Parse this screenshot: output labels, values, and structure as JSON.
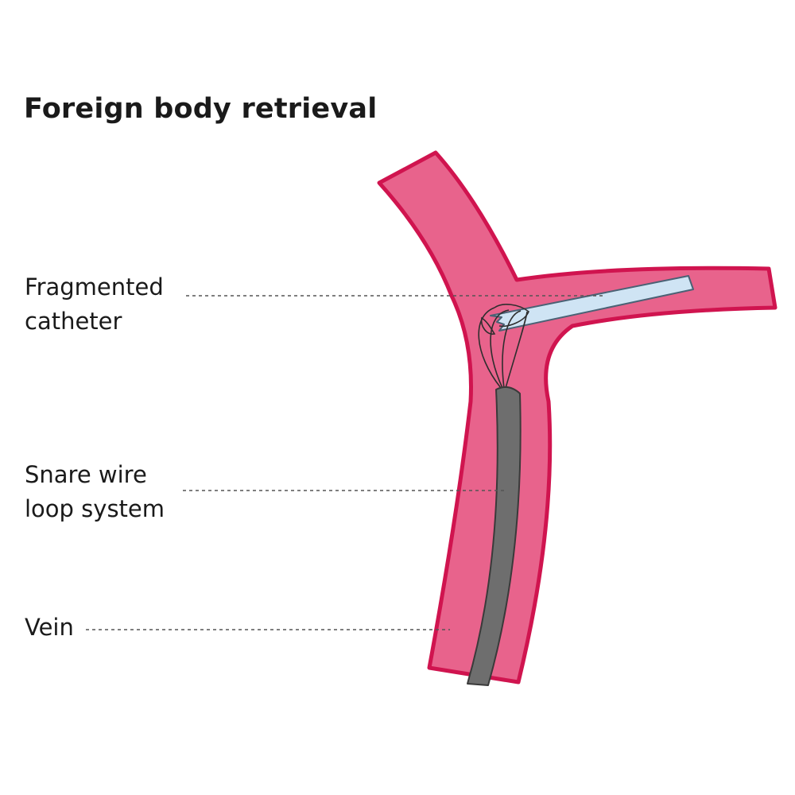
{
  "title": "Foreign body retrieval",
  "labels": {
    "catheter": [
      "Fragmented",
      "catheter"
    ],
    "snare": [
      "Snare wire",
      "loop system"
    ],
    "vein": [
      "Vein"
    ]
  },
  "colors": {
    "vein_fill": "#e8638c",
    "vein_outline": "#d0144f",
    "catheter_fill": "#cfe4f4",
    "catheter_outline": "#4a6275",
    "snare_sheath": "#6e6e6e",
    "snare_outline": "#3a3a3a",
    "leader_line": "#555555",
    "text": "#1a1a1a"
  }
}
